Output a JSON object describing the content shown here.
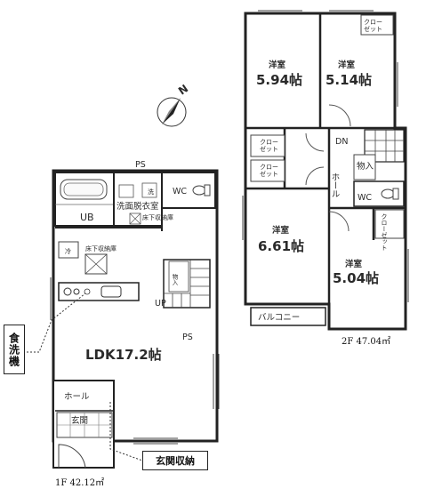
{
  "first_floor": {
    "area_label": "1F 42.12㎡",
    "rooms": {
      "ldk": "LDK17.2帖",
      "ub": "UB",
      "wc": "WC",
      "washroom": "洗面脱衣室",
      "wash_machine_mark": "洗",
      "underfloor_storage_1": "床下収納庫",
      "underfloor_storage_2": "床下収納庫",
      "fridge": "冷",
      "hall": "ホール",
      "entrance": "玄関",
      "storage": "物入",
      "up": "UP",
      "ps_top": "PS",
      "ps_mid": "PS"
    },
    "callouts": {
      "dishwasher": "食洗機",
      "entrance_storage": "玄関収納"
    }
  },
  "second_floor": {
    "area_label": "2F 47.04㎡",
    "rooms": {
      "room_nw_name": "洋室",
      "room_nw_size": "5.94帖",
      "room_ne_name": "洋室",
      "room_ne_size": "5.14帖",
      "room_sw_name": "洋室",
      "room_sw_size": "6.61帖",
      "room_se_name": "洋室",
      "room_se_size": "5.04帖",
      "closet_top": "クロー\nゼット",
      "closet_mid_1": "クロー\nゼット",
      "closet_mid_2": "クロー\nゼット",
      "closet_right": "クロー\nゼット",
      "hall": "ホール",
      "storage": "物入",
      "wc": "WC",
      "dn": "DN",
      "balcony": "バルコニー"
    }
  },
  "compass": {
    "north": "N"
  }
}
